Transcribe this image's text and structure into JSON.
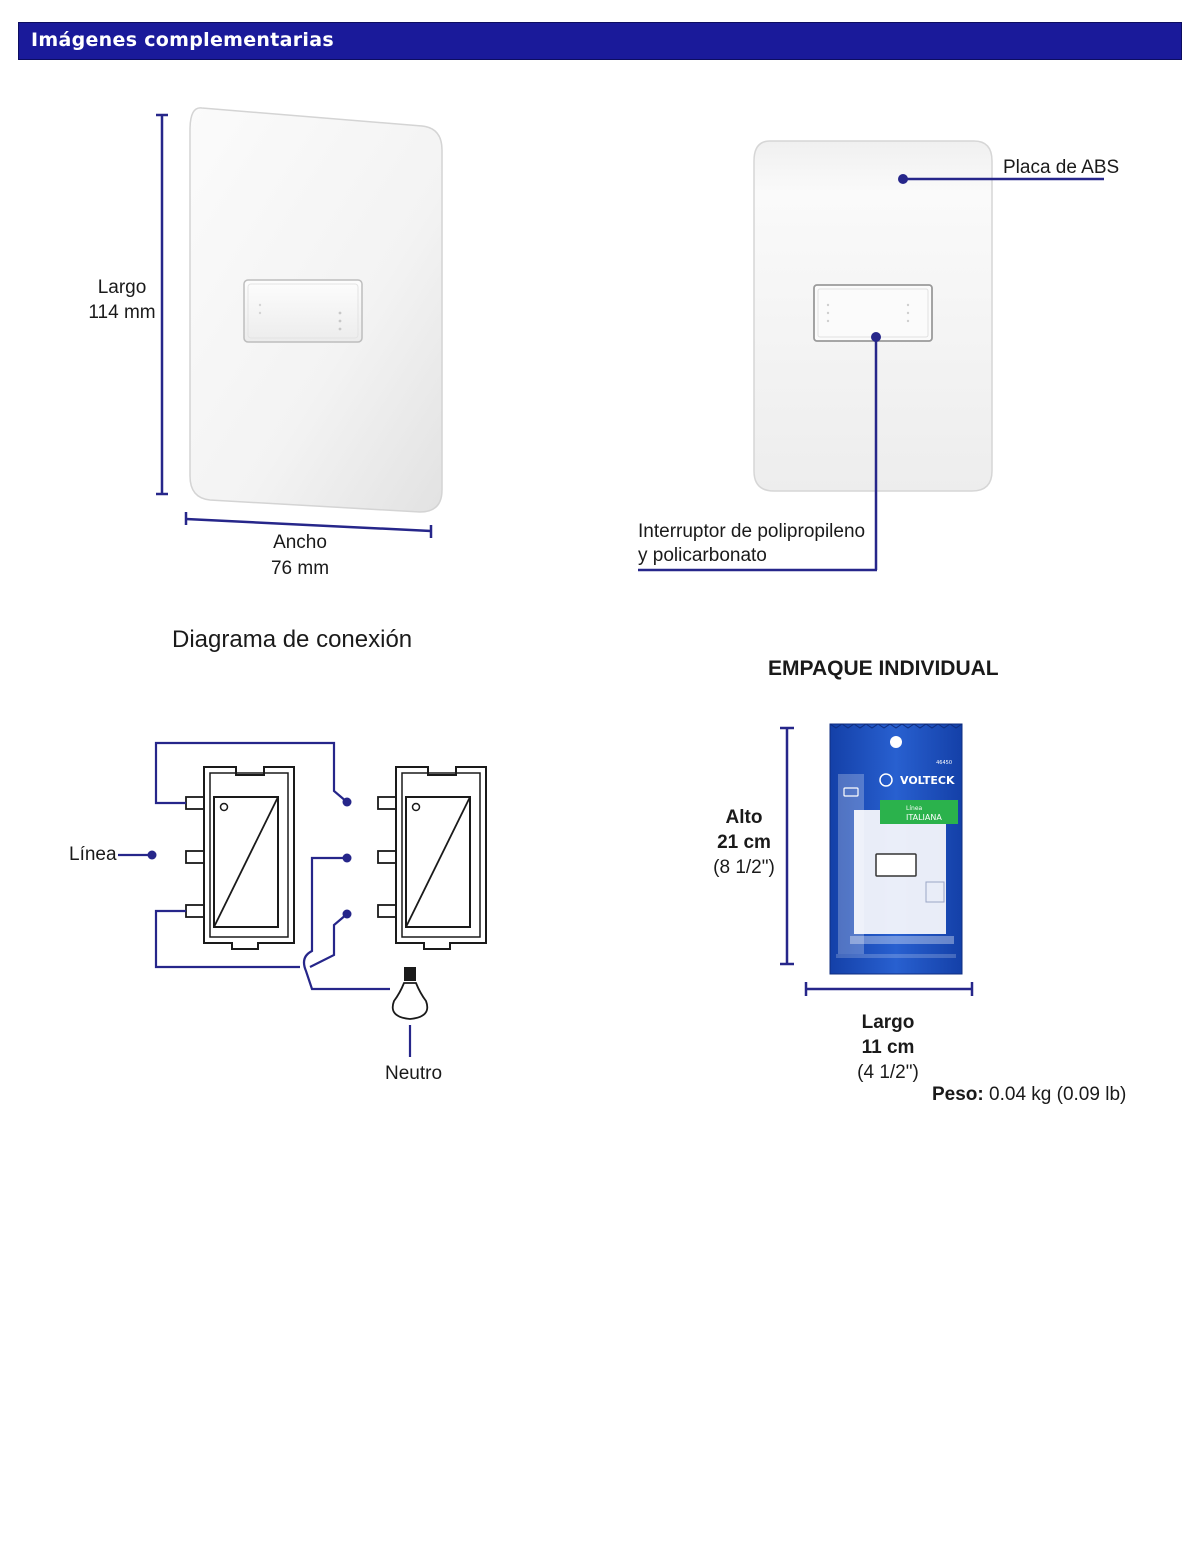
{
  "header": {
    "title": "Imágenes complementarias"
  },
  "dimensions": {
    "height_label": "Largo",
    "height_value": "114 mm",
    "width_label": "Ancho",
    "width_value": "76 mm"
  },
  "callouts": {
    "plate": "Placa de ABS",
    "switch_line1": "Interruptor de polipropileno",
    "switch_line2": "y policarbonato"
  },
  "diagram": {
    "title": "Diagrama de conexión",
    "line_label": "Línea",
    "neutral_label": "Neutro"
  },
  "package": {
    "title": "EMPAQUE INDIVIDUAL",
    "height_label": "Alto",
    "height_value": "21 cm",
    "height_inches": "(8 1/2\")",
    "length_label": "Largo",
    "length_value": "11 cm",
    "length_inches": "(4 1/2\")",
    "weight_label": "Peso:",
    "weight_value": "0.04 kg (0.09 lb)",
    "brand": "VOLTECK",
    "line_name_1": "Línea",
    "line_name_2": "ITALIANA",
    "sku": "46450"
  },
  "colors": {
    "accent": "#1a1a9a",
    "dimension_line": "#26268a",
    "package_blue": "#1c3fb0",
    "badge_green": "#2bb24c"
  }
}
